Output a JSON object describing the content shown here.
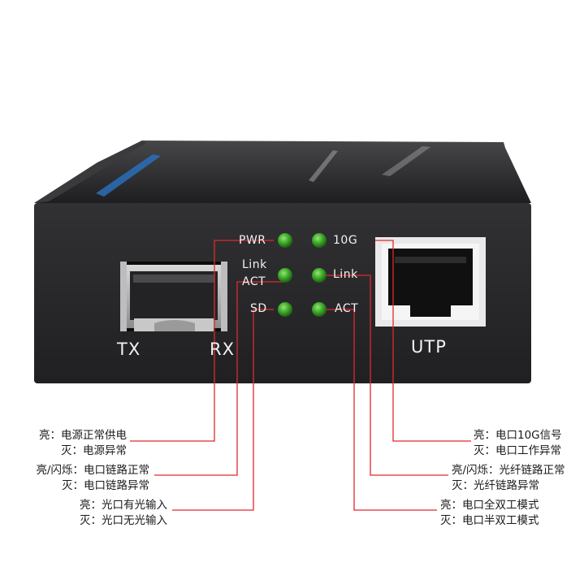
{
  "device": {
    "led_labels": {
      "pwr": "PWR",
      "link_act_1": "Link",
      "link_act_2": "ACT",
      "sd": "SD",
      "ten_g": "10G",
      "link": "Link",
      "act": "ACT"
    },
    "port_labels": {
      "tx": "TX",
      "rx": "RX",
      "utp": "UTP"
    },
    "led_color": "#3fae2a",
    "body_color": "#2b2b2d",
    "line_color": "#e0282e"
  },
  "annotations": {
    "left": [
      {
        "on": "亮：电源正常供电",
        "off": "灭：电源异常"
      },
      {
        "on": "亮/闪烁：电口链路正常",
        "off": "灭：电口链路异常"
      },
      {
        "on": "亮：光口有光输入",
        "off": "灭：光口无光输入"
      }
    ],
    "right": [
      {
        "on": "亮：电口10G信号",
        "off": "灭：电口工作异常"
      },
      {
        "on": "亮/闪烁：光纤链路正常",
        "off": "灭：光纤链路异常"
      },
      {
        "on": "亮：电口全双工模式",
        "off": "灭：电口半双工模式"
      }
    ]
  }
}
